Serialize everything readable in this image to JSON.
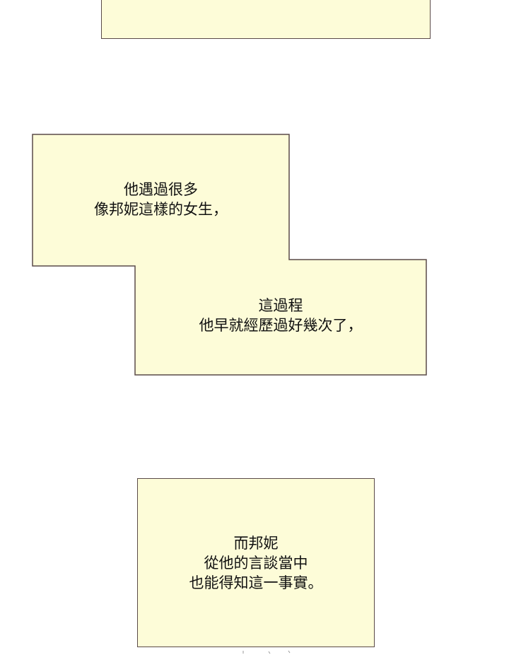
{
  "colors": {
    "box_fill": "#fdfcd8",
    "box_border": "#5a4a48",
    "text": "#111111",
    "background": "#ffffff"
  },
  "captions": {
    "caption_1": [
      "他遇過很多",
      "像邦妮這樣的女生，"
    ],
    "caption_2": [
      "這過程",
      "他早就經歷過好幾次了，"
    ],
    "caption_3": [
      "而邦妮",
      "從他的言談當中",
      "也能得知這一事實。"
    ]
  }
}
